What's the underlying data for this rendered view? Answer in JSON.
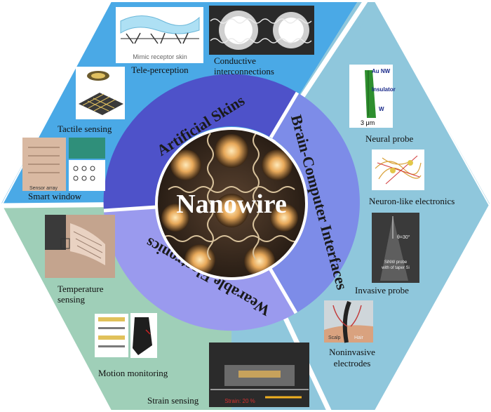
{
  "center": {
    "label": "Nanowire"
  },
  "ring": {
    "artificial_skins": "Artificial Skins",
    "brain_computer": "Brain-Computer Interfaces",
    "wearable": "Wearable Electronics"
  },
  "top_section": {
    "tele_perception": "Tele-perception",
    "conductive_1": "Conductive",
    "conductive_2": "interconnections",
    "tactile": "Tactile sensing",
    "smart_window": "Smart window",
    "skin_image_text": "Mimic receptor skin",
    "sensor_array_text": "Sensor array"
  },
  "right_section": {
    "neural_probe": "Neural probe",
    "neuron_like": "Neuron-like electronics",
    "invasive_probe": "Invasive probe",
    "noninvasive_1": "Noninvasive",
    "noninvasive_2": "electrodes",
    "au_nw": "Au NW",
    "insulator": "Insulator",
    "w_label": "W",
    "scale": "3 μm",
    "probe_angle": "θ=30°",
    "sinw_1": "SiNW probe",
    "sinw_2": "with of taper Si",
    "scalp": "Scalp",
    "hair": "Hair"
  },
  "left_section": {
    "temperature_1": "Temperature",
    "temperature_2": "sensing",
    "motion": "Motion monitoring",
    "strain": "Strain sensing",
    "strain_image_text": "Strain: 20 %"
  },
  "colors": {
    "top_bg": "#4aa9e6",
    "right_bg": "#8fc7dc",
    "left_bg": "#9fcfb8",
    "ring_skin": "#4e52c9",
    "ring_bci": "#7d8ce8",
    "ring_wear": "#9a9aee",
    "border": "#ffffff"
  }
}
